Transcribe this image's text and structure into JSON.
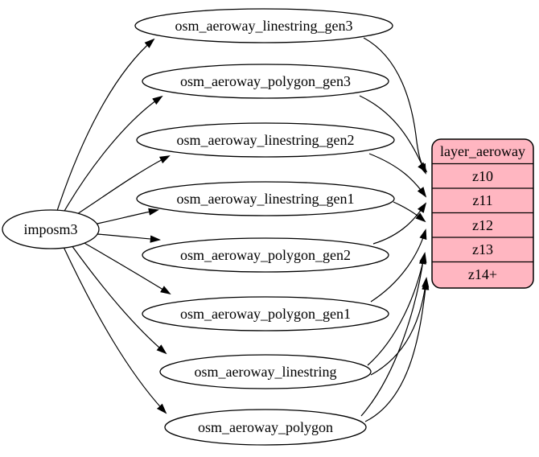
{
  "diagram": {
    "source_node": {
      "label": "imposm3"
    },
    "table_nodes": [
      {
        "label": "osm_aeroway_linestring_gen3"
      },
      {
        "label": "osm_aeroway_polygon_gen3"
      },
      {
        "label": "osm_aeroway_linestring_gen2"
      },
      {
        "label": "osm_aeroway_linestring_gen1"
      },
      {
        "label": "osm_aeroway_polygon_gen2"
      },
      {
        "label": "osm_aeroway_polygon_gen1"
      },
      {
        "label": "osm_aeroway_linestring"
      },
      {
        "label": "osm_aeroway_polygon"
      }
    ],
    "layer_node": {
      "title": "layer_aeroway",
      "rows": [
        {
          "label": "z10"
        },
        {
          "label": "z11"
        },
        {
          "label": "z12"
        },
        {
          "label": "z13"
        },
        {
          "label": "z14+"
        }
      ]
    },
    "edges": [
      {
        "from": "imposm3",
        "to": "osm_aeroway_linestring_gen3"
      },
      {
        "from": "imposm3",
        "to": "osm_aeroway_polygon_gen3"
      },
      {
        "from": "imposm3",
        "to": "osm_aeroway_linestring_gen2"
      },
      {
        "from": "imposm3",
        "to": "osm_aeroway_linestring_gen1"
      },
      {
        "from": "imposm3",
        "to": "osm_aeroway_polygon_gen2"
      },
      {
        "from": "imposm3",
        "to": "osm_aeroway_polygon_gen1"
      },
      {
        "from": "imposm3",
        "to": "osm_aeroway_linestring"
      },
      {
        "from": "imposm3",
        "to": "osm_aeroway_polygon"
      },
      {
        "from": "osm_aeroway_linestring_gen3",
        "to": "layer_aeroway:z10"
      },
      {
        "from": "osm_aeroway_polygon_gen3",
        "to": "layer_aeroway:z10"
      },
      {
        "from": "osm_aeroway_linestring_gen2",
        "to": "layer_aeroway:z11"
      },
      {
        "from": "osm_aeroway_polygon_gen2",
        "to": "layer_aeroway:z11"
      },
      {
        "from": "osm_aeroway_linestring_gen1",
        "to": "layer_aeroway:z12"
      },
      {
        "from": "osm_aeroway_polygon_gen1",
        "to": "layer_aeroway:z12"
      },
      {
        "from": "osm_aeroway_linestring",
        "to": "layer_aeroway:z13"
      },
      {
        "from": "osm_aeroway_polygon",
        "to": "layer_aeroway:z13"
      },
      {
        "from": "osm_aeroway_linestring",
        "to": "layer_aeroway:z14+"
      },
      {
        "from": "osm_aeroway_polygon",
        "to": "layer_aeroway:z14+"
      }
    ],
    "colors": {
      "background": "#ffffff",
      "table_fill": "#ffffff",
      "layer_fill": "#ffb6c1",
      "stroke": "#000000"
    }
  }
}
